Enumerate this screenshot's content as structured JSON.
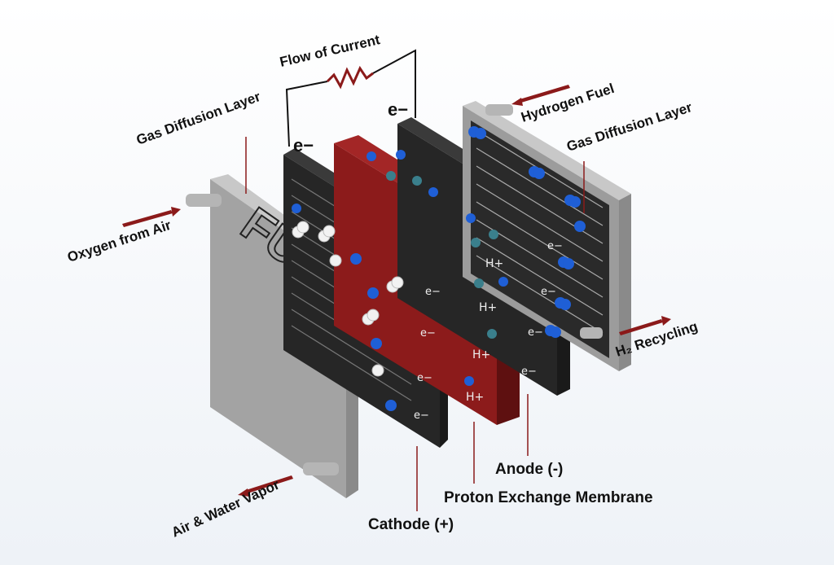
{
  "labels": {
    "flow_of_current": "Flow of Current",
    "gas_diffusion_left": "Gas Diffusion Layer",
    "gas_diffusion_right": "Gas Diffusion Layer",
    "hydrogen_fuel": "Hydrogen Fuel",
    "oxygen_from_air": "Oxygen from Air",
    "h2_recycling": "H₂ Recycling",
    "air_water_vapor": "Air & Water Vapor",
    "cathode": "Cathode (+)",
    "anode": "Anode (-)",
    "pem": "Proton Exchange Membrane",
    "electron": "e−",
    "proton": "H+",
    "plate_text": "FUEL CELL"
  },
  "colors": {
    "arrow": "#8b1a1a",
    "membrane": "#8c1b1b",
    "electrode": "#262626",
    "endplate": "#9c9c9c",
    "hydrogen_ball": "#1f5fd6",
    "oxygen_ball": "#f2f2f2"
  },
  "icons": [
    "resistor-icon",
    "arrow-icon"
  ]
}
